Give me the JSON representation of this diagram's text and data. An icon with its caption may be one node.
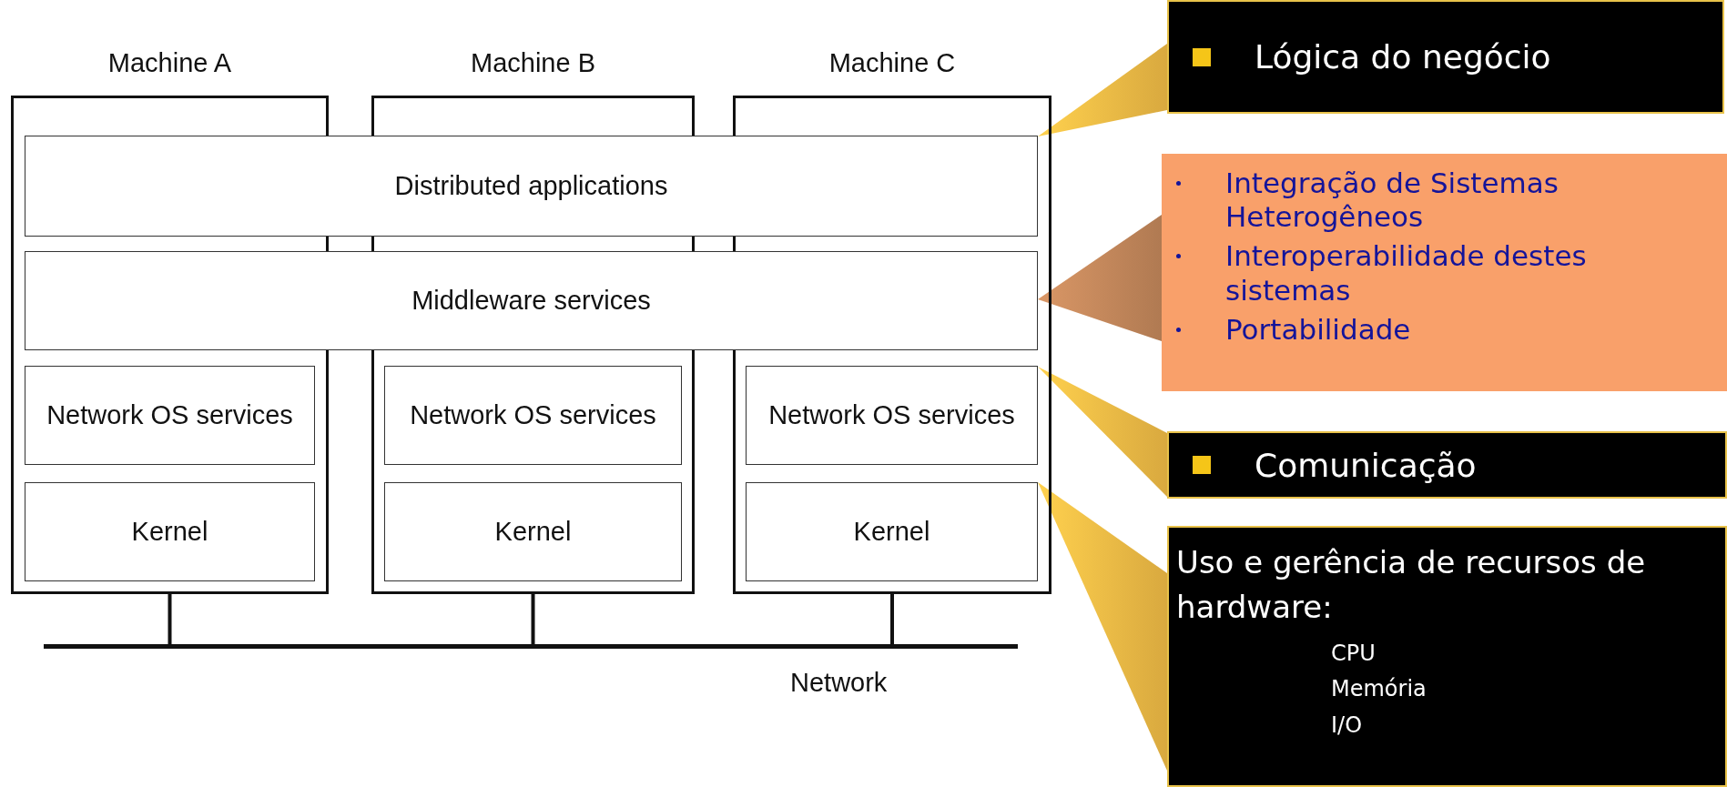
{
  "diagram": {
    "nodes": [
      {
        "text": [
          "Machine A"
        ]
      },
      {
        "text": [
          "Machine B"
        ]
      },
      {
        "text": [
          "Machine C"
        ]
      },
      {
        "text": [
          "Distributed applications"
        ]
      },
      {
        "text": [
          "Middleware services"
        ]
      },
      {
        "text": [
          "Network OS services"
        ],
        "in": 0
      },
      {
        "text": [
          "Kernel"
        ],
        "in": 0
      },
      {
        "text": [
          "Network OS services"
        ],
        "in": 1
      },
      {
        "text": [
          "Kernel"
        ],
        "in": 1
      },
      {
        "text": [
          "Network OS services"
        ],
        "in": 2
      },
      {
        "text": [
          "Kernel"
        ],
        "in": 2
      },
      {
        "text": [],
        "shape": "bar",
        "beside": [
          "Network"
        ]
      },
      {
        "text": [
          "Lógica do negócio"
        ]
      },
      {
        "text": [
          "Integração de Sistemas Heterogêneos",
          "Interoperabilidade destes sistemas",
          "Portabilidade"
        ]
      },
      {
        "text": [
          "Comunicação"
        ]
      },
      {
        "text": [
          "Uso e gerência de recursos de hardware:",
          "CPU",
          "Memória",
          "I/O"
        ]
      }
    ],
    "edges": [
      {
        "from": 0,
        "to": 11,
        "arrow": "none"
      },
      {
        "from": 1,
        "to": 11,
        "arrow": "none"
      },
      {
        "from": 2,
        "to": 11,
        "arrow": "none"
      },
      {
        "from": 12,
        "to": 3,
        "arrow": "to",
        "color": "#d9a93f"
      },
      {
        "from": 13,
        "to": 4,
        "arrow": "to",
        "color": "#b07a52"
      },
      {
        "from": 14,
        "to": 9,
        "arrow": "to",
        "color": "#d9a93f"
      },
      {
        "from": 15,
        "to": 10,
        "arrow": "to",
        "color": "#d9a93f"
      }
    ]
  }
}
